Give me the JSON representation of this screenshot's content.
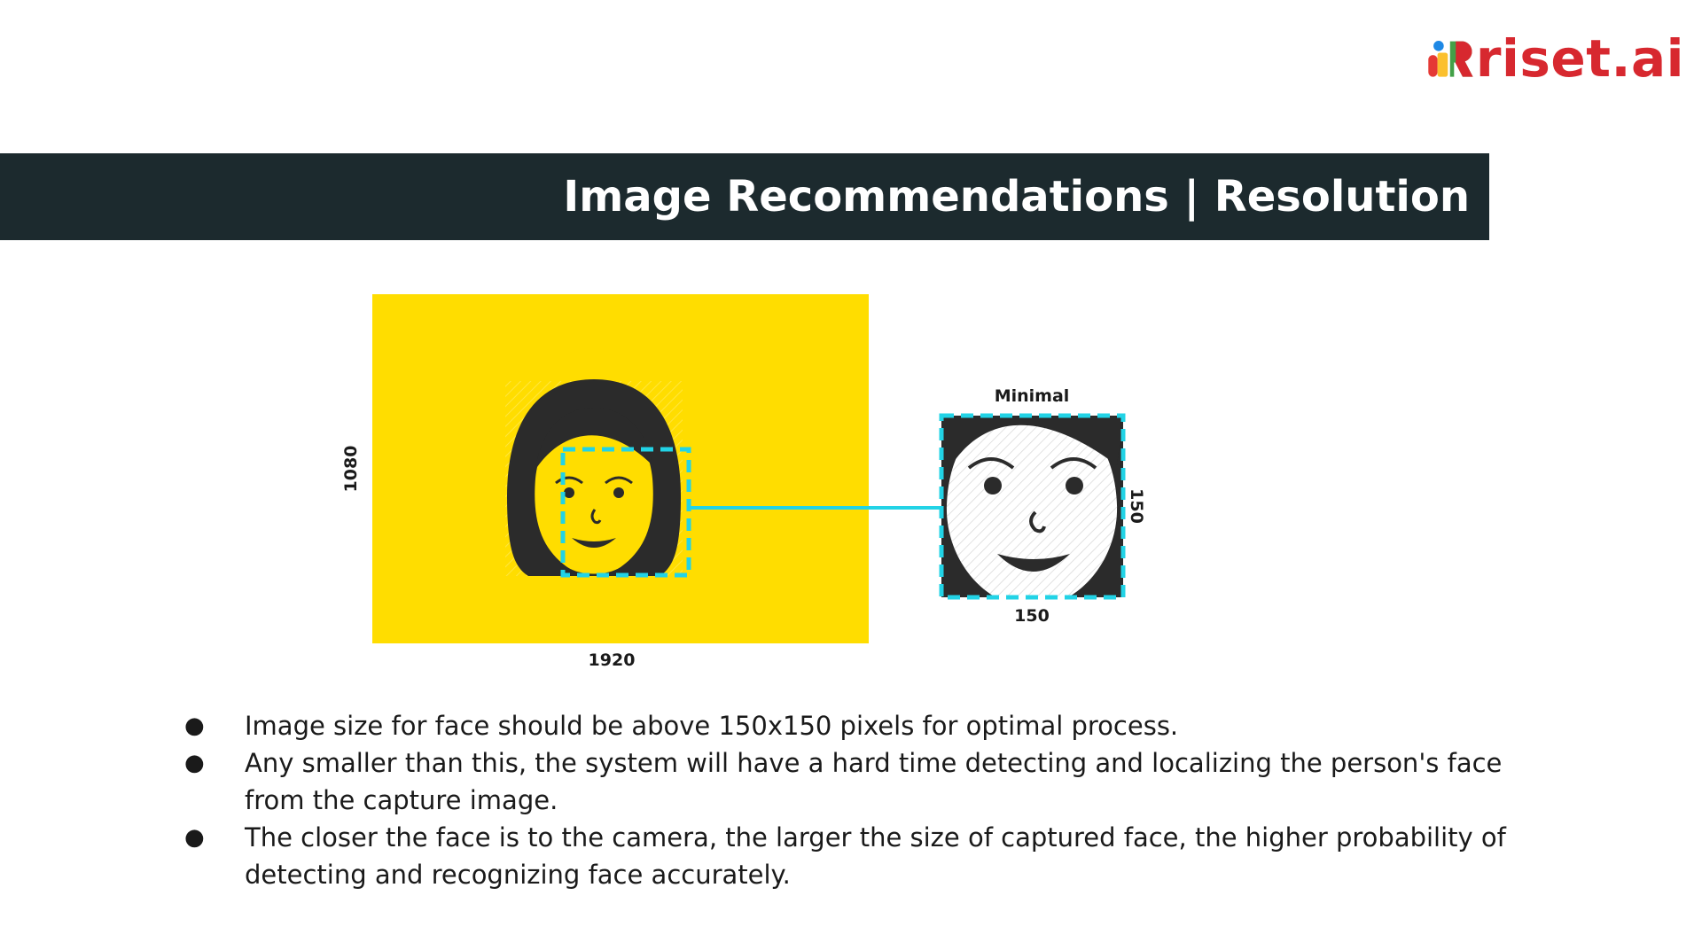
{
  "logo": {
    "text": "riset.ai",
    "colors": [
      "#e53935",
      "#fbc02d",
      "#1e88e5",
      "#43a047",
      "#d7282f"
    ]
  },
  "title": "Image Recommendations | Resolution",
  "illustration": {
    "frame_label_width": "1920",
    "frame_label_height": "1080",
    "crop_caption": "Minimal",
    "crop_label_width": "150",
    "crop_label_height": "150",
    "frame_color": "#ffdd00",
    "box_color": "#22d3e6"
  },
  "bullets": [
    "Image size for face should be above 150x150 pixels for optimal process.",
    "Any smaller than this, the system will have a hard time detecting and localizing the person's face from the capture image.",
    "The closer the face is to the camera, the larger the size of captured face, the higher probability of detecting and recognizing face accurately."
  ]
}
